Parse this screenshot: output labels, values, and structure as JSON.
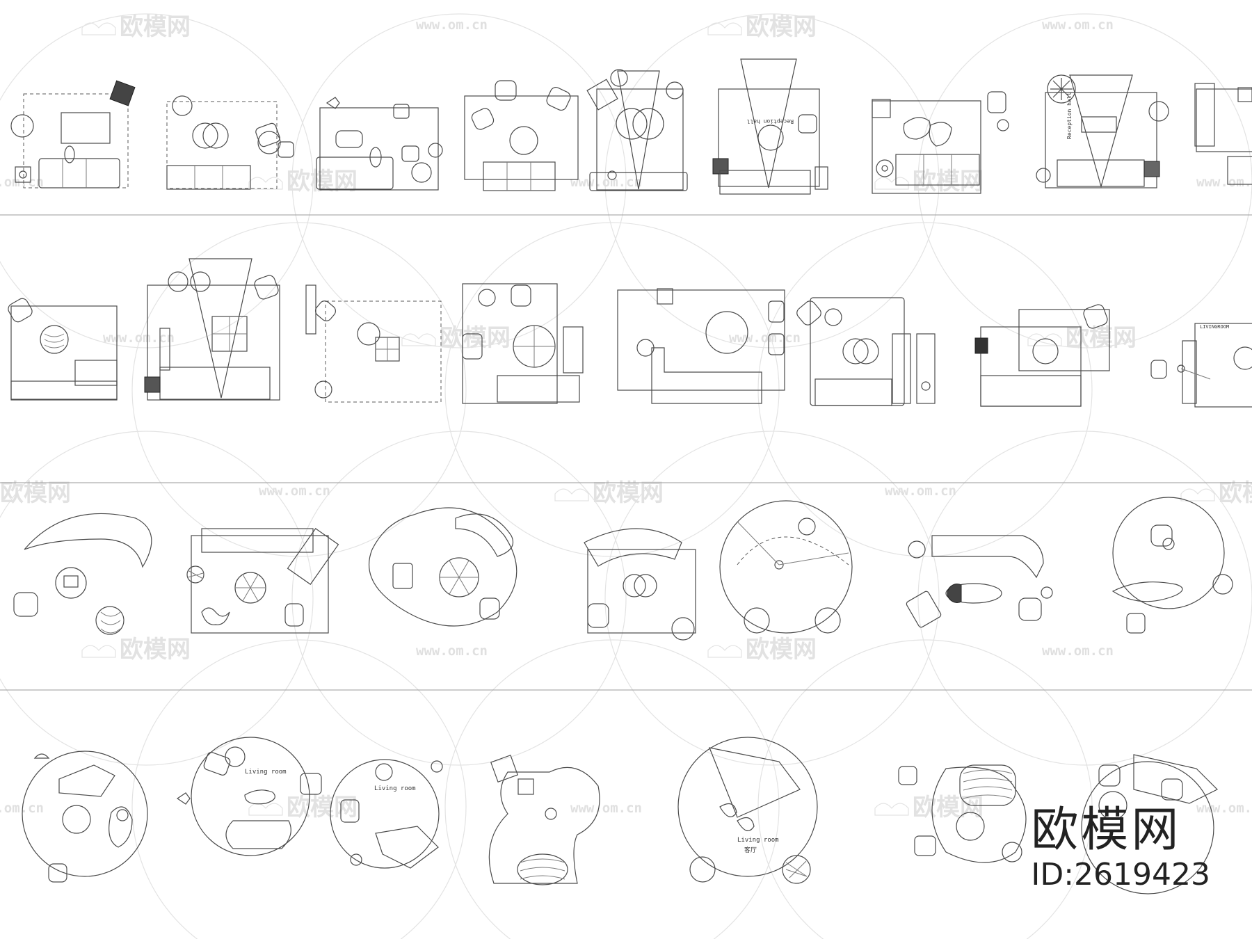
{
  "watermark": {
    "brand": "欧模网",
    "url": "www.om.cn"
  },
  "plan_labels": {
    "reception_hall": "Reception hall",
    "living_room": "Living room",
    "living_room_cn": "客厅",
    "living_room_tag": "LIVINGROOM"
  },
  "stamp": {
    "brand": "欧模网",
    "id": "ID:2619423"
  }
}
